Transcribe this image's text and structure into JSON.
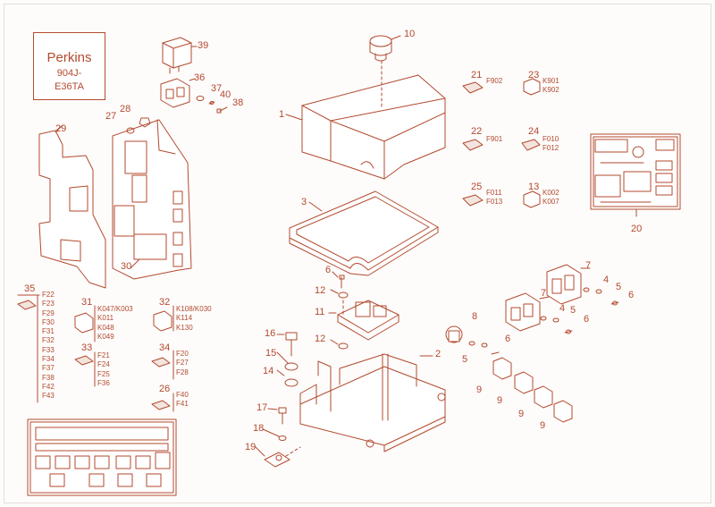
{
  "brand": {
    "name": "Perkins",
    "model_line1": "904J-",
    "model_line2": "E36TA"
  },
  "callouts": {
    "c1": "1",
    "c2": "2",
    "c3": "3",
    "c4a": "4",
    "c4b": "4",
    "c5a": "5",
    "c5b": "5",
    "c5c": "5",
    "c6a": "6",
    "c6b": "6",
    "c6c": "6",
    "c6d": "6",
    "c7a": "7",
    "c7b": "7",
    "c8": "8",
    "c9a": "9",
    "c9b": "9",
    "c9c": "9",
    "c9d": "9",
    "c10": "10",
    "c11": "11",
    "c12a": "12",
    "c12b": "12",
    "c13": "13",
    "c14": "14",
    "c15": "15",
    "c16": "16",
    "c17": "17",
    "c18": "18",
    "c19": "19",
    "c20": "20",
    "c21": "21",
    "c22": "22",
    "c23": "23",
    "c24": "24",
    "c25": "25",
    "c26": "26",
    "c27": "27",
    "c28": "28",
    "c29": "29",
    "c30": "30",
    "c31": "31",
    "c32": "32",
    "c33": "33",
    "c34": "34",
    "c35": "35",
    "c36": "36",
    "c37": "37",
    "c38": "38",
    "c39": "39",
    "c40": "40"
  },
  "codes": {
    "p21": [
      "F902"
    ],
    "p22": [
      "F901"
    ],
    "p23": [
      "K901",
      "K902"
    ],
    "p24": [
      "F010",
      "F012"
    ],
    "p25": [
      "F011",
      "F013"
    ],
    "p13": [
      "K002",
      "K007"
    ],
    "p35": [
      "F22",
      "F23",
      "F29",
      "F30",
      "F31",
      "F32",
      "F33",
      "F34",
      "F37",
      "F38",
      "F42",
      "F43"
    ],
    "p31": [
      "K047/K003",
      "K011",
      "K048",
      "K049"
    ],
    "p32": [
      "K108/K030",
      "K114",
      "K130"
    ],
    "p33": [
      "F21",
      "F24",
      "F25",
      "F36"
    ],
    "p34": [
      "F20",
      "F27",
      "F28"
    ],
    "p26": [
      "F40",
      "F41"
    ]
  },
  "colors": {
    "line": "#b34a2e",
    "fill": "#ffffff",
    "shade": "#f3e4de"
  }
}
